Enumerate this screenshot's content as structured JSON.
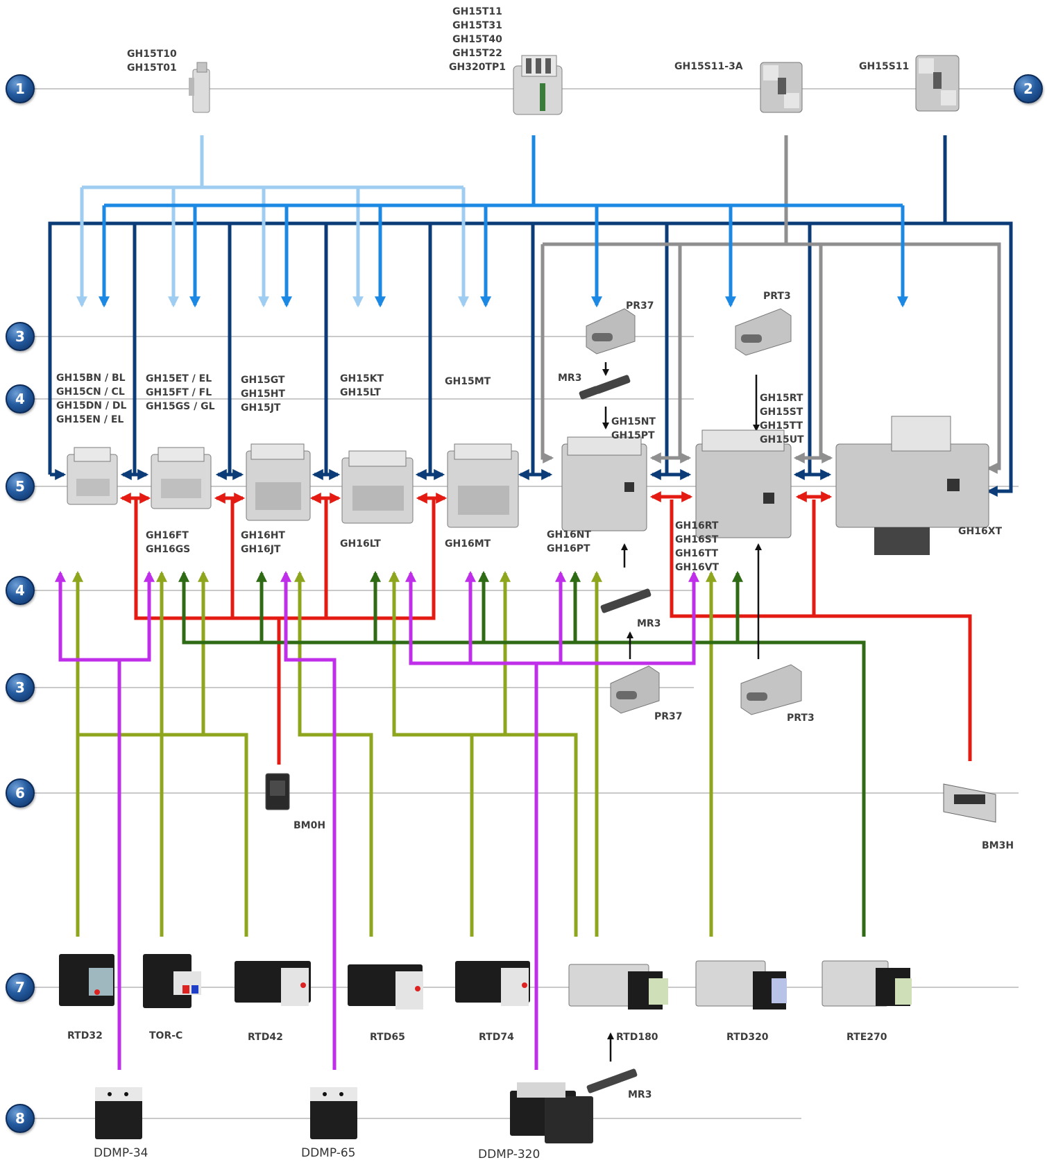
{
  "colors": {
    "row_line": "#c9c9c9",
    "navy": "#0b3c78",
    "light_blue": "#9fcdf2",
    "mid_blue": "#1b88e3",
    "gray": "#8f8f8f",
    "red": "#e31b12",
    "olive": "#8ea51e",
    "dark_green": "#2f6a14",
    "magenta": "#bf2ee8",
    "black": "#111111"
  },
  "badges": [
    "1",
    "2",
    "3",
    "4",
    "5",
    "4",
    "3",
    "6",
    "7",
    "8"
  ],
  "labels": {
    "aux_front": "GH15T10\nGH15T01",
    "aux_top": "GH15T11\nGH15T31\nGH15T40\nGH15T22\nGH320TP1",
    "side_aux_3a": "GH15S11-3A",
    "side_aux": "GH15S11",
    "pr37_top": "PR37",
    "prt3_top": "PRT3",
    "mr3_top": "MR3",
    "c_bn": "GH15BN / BL\nGH15CN / CL\nGH15DN / DL\nGH15EN / EL",
    "c_et": "GH15ET / EL\nGH15FT / FL\nGH15GS / GL",
    "c_gt": "GH15GT\nGH15HT\nGH15JT",
    "c_kt": "GH15KT\nGH15LT",
    "c_mt": "GH15MT",
    "c_nt": "GH15NT\nGH15PT",
    "c_rt": "GH15RT\nGH15ST\nGH15TT\nGH15UT",
    "r_ft": "GH16FT\nGH16GS",
    "r_ht": "GH16HT\nGH16JT",
    "r_lt": "GH16LT",
    "r_mt": "GH16MT",
    "r_nt": "GH16NT\nGH16PT",
    "r_rt": "GH16RT\nGH16ST\nGH16TT\nGH16VT",
    "r_xt": "GH16XT",
    "mr3_mid": "MR3",
    "pr37_low": "PR37",
    "prt3_low": "PRT3",
    "bm0h": "BM0H",
    "bm3h": "BM3H",
    "rtd32": "RTD32",
    "torc": "TOR-C",
    "rtd42": "RTD42",
    "rtd65": "RTD65",
    "rtd74": "RTD74",
    "rtd180": "RTD180",
    "rtd320": "RTD320",
    "rte270": "RTE270",
    "mr3_low": "MR3",
    "ddmp34": "DDMP-34",
    "ddmp65": "DDMP-65",
    "ddmp320": "DDMP-320"
  }
}
